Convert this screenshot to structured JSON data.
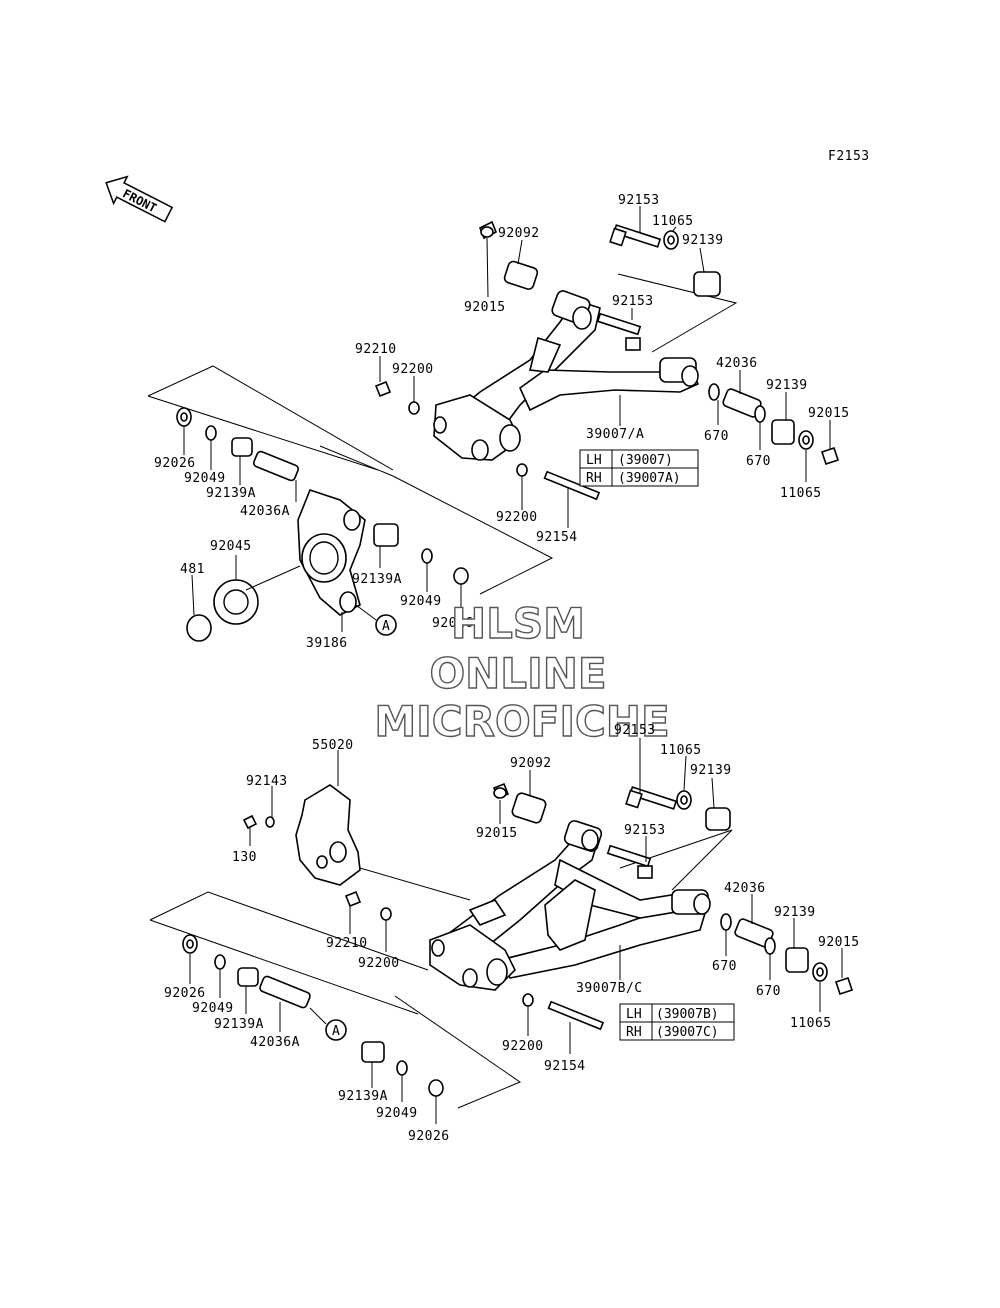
{
  "figure_code": "F2153",
  "front_arrow": "FRONT",
  "watermark": {
    "line1": "HLSM",
    "line2": "ONLINE",
    "line3": "MICROFICHE"
  },
  "upper_labels": {
    "p92153a": "92153",
    "p11065a": "11065",
    "p92139a": "92139",
    "p92092": "92092",
    "p92015a": "92015",
    "p92153b": "92153",
    "p92210": "92210",
    "p92200a": "92200",
    "p42036": "42036",
    "p92139b": "92139",
    "p92015b": "92015",
    "p39007": "39007/A",
    "p670a": "670",
    "p670b": "670",
    "p11065b": "11065",
    "p92026a": "92026",
    "p92049a": "92049",
    "p92139Aa": "92139A",
    "p42036A": "42036A",
    "p92200b": "92200",
    "p92154": "92154",
    "p92045": "92045",
    "p481": "481",
    "p92139Ab": "92139A",
    "p92049b": "92049",
    "p92026b": "92026",
    "p39186": "39186",
    "pA": "A"
  },
  "upper_table": {
    "lh": "LH",
    "lh_val": "(39007)",
    "rh": "RH",
    "rh_val": "(39007A)"
  },
  "lower_labels": {
    "p55020": "55020",
    "p92143": "92143",
    "p130": "130",
    "p92153a": "92153",
    "p11065a": "11065",
    "p92139a": "92139",
    "p92092": "92092",
    "p92015a": "92015",
    "p92153b": "92153",
    "p42036": "42036",
    "p92139b": "92139",
    "p92015b": "92015",
    "p92210": "92210",
    "p92200a": "92200",
    "p39007": "39007B/C",
    "p670a": "670",
    "p670b": "670",
    "p11065b": "11065",
    "p92026a": "92026",
    "p92049a": "92049",
    "p92139Aa": "92139A",
    "p42036A": "42036A",
    "pA": "A",
    "p92200b": "92200",
    "p92154": "92154",
    "p92139Ab": "92139A",
    "p92049b": "92049",
    "p92026b": "92026"
  },
  "lower_table": {
    "lh": "LH",
    "lh_val": "(39007B)",
    "rh": "RH",
    "rh_val": "(39007C)"
  }
}
